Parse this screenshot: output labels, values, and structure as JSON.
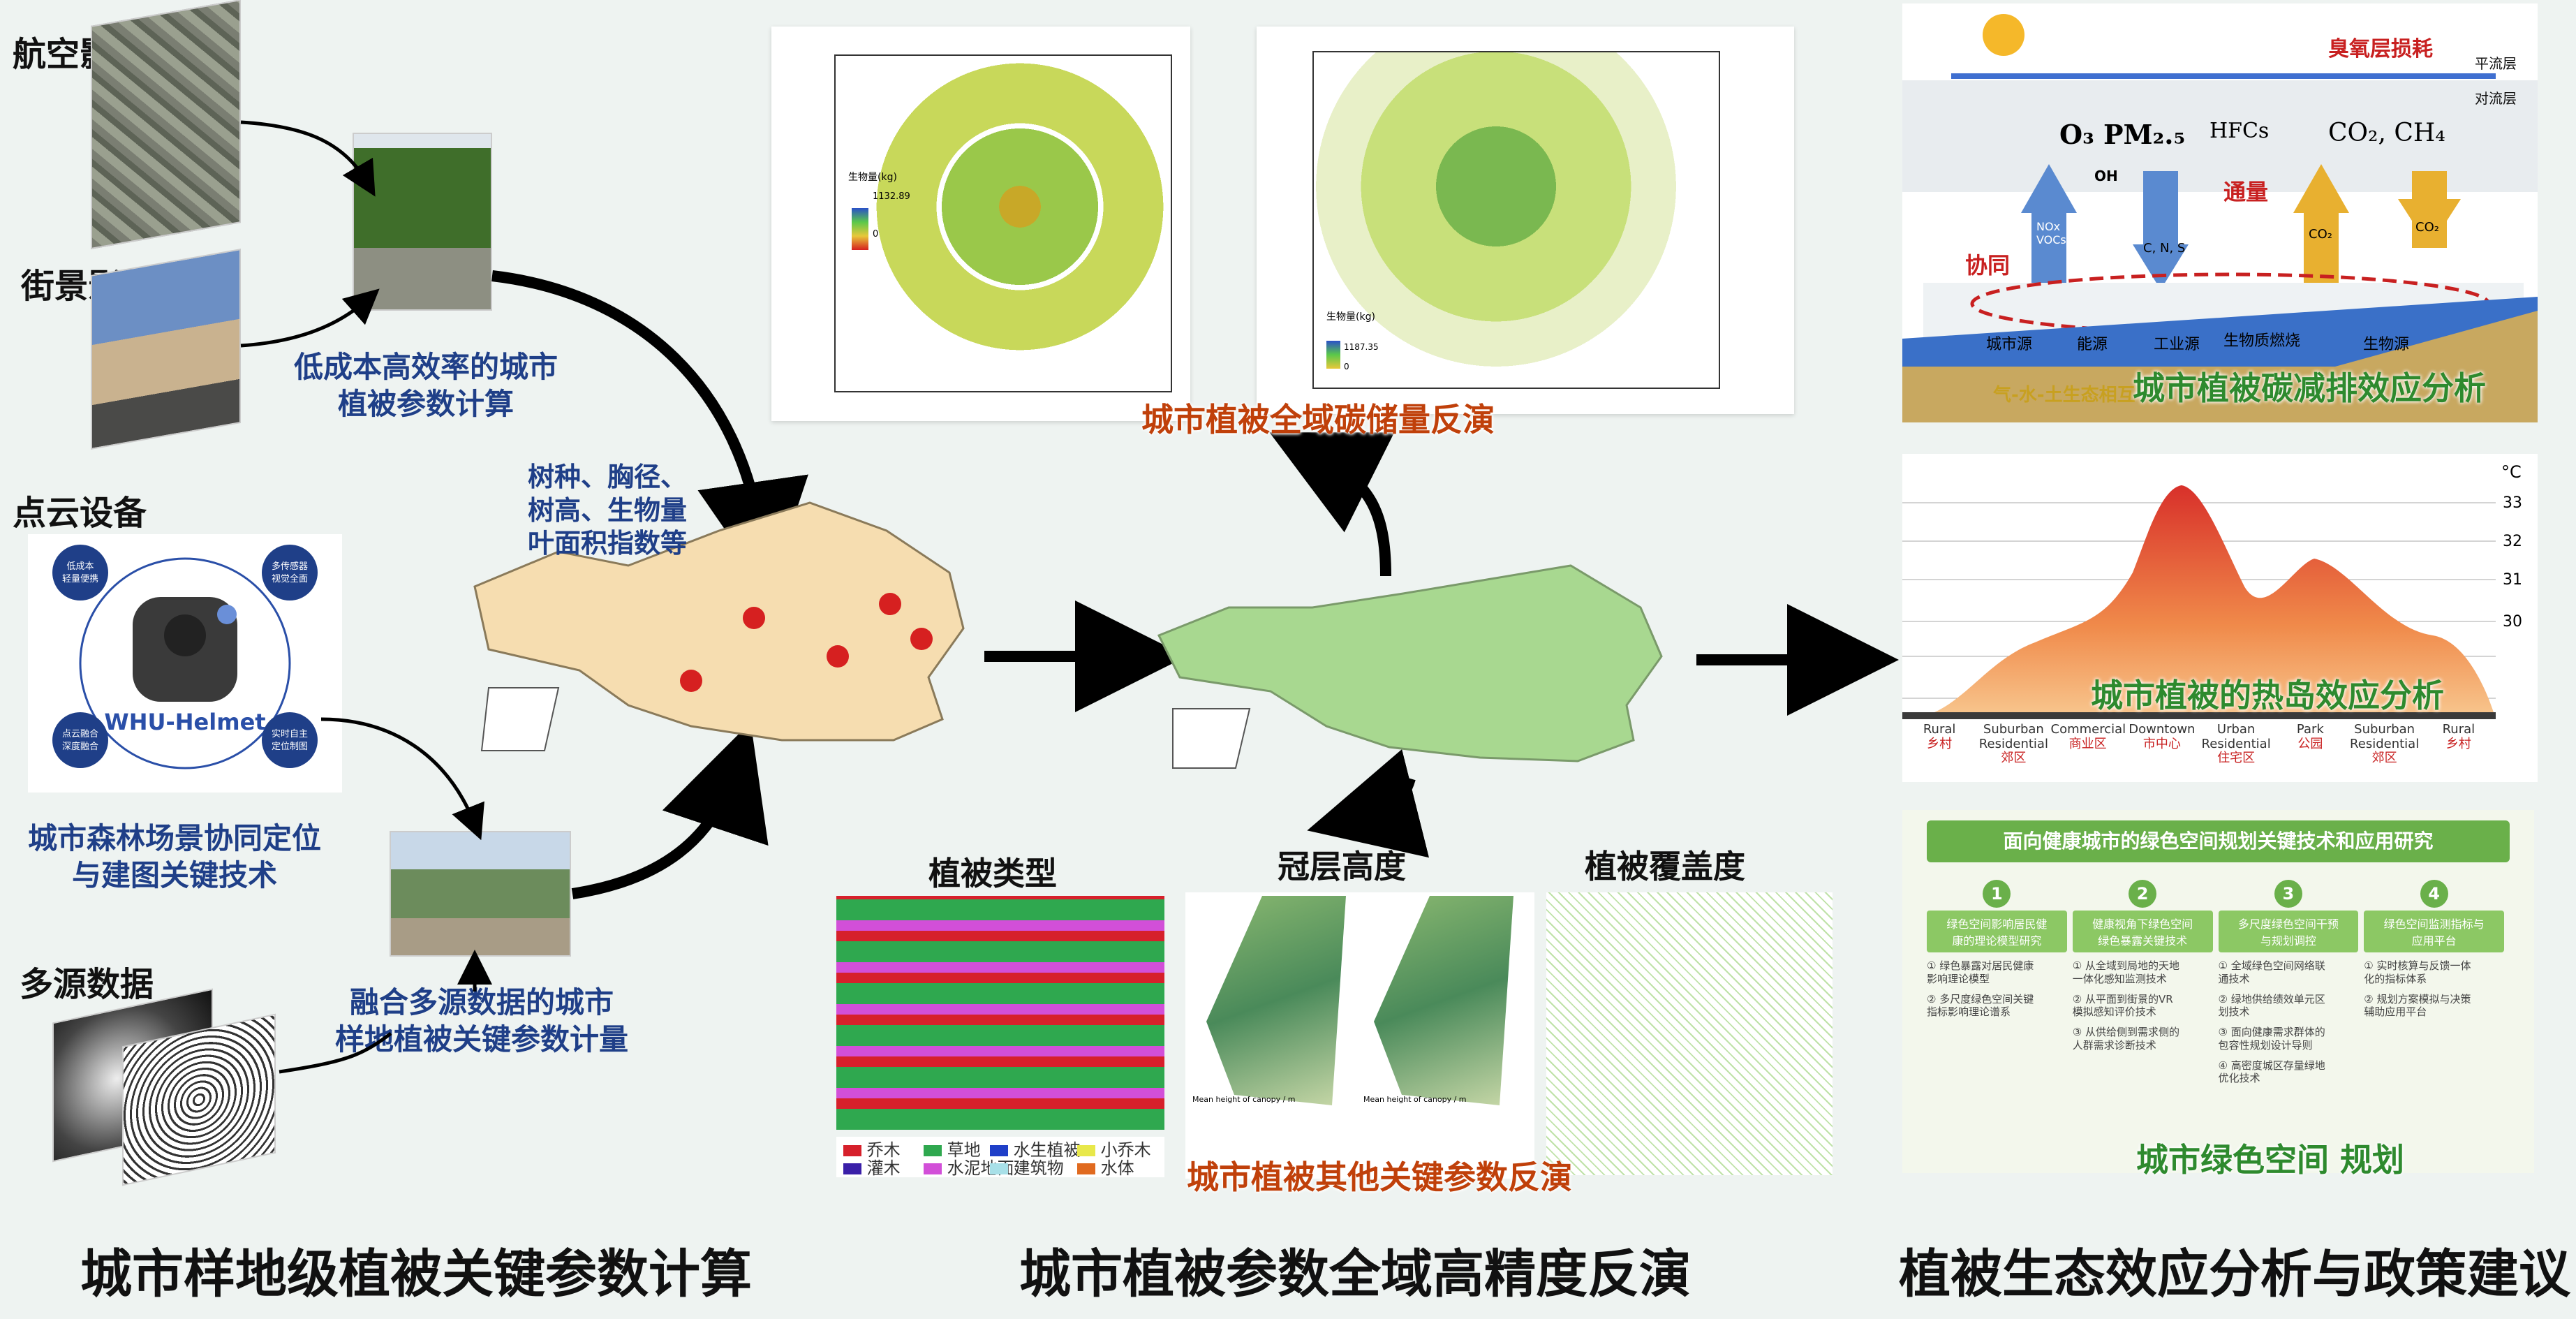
{
  "left": {
    "aerial_label": "航空影像",
    "street_label": "街景影像",
    "cloud_label": "点云设备",
    "multi_label": "多源数据",
    "calc_label": "低成本高效率的城市\n植被参数计算",
    "slam_label": "城市森林场景协同定位\n与建图关键技术",
    "fusion_label": "融合多源数据的城市\n样地植被关键参数计量",
    "helmet_name": "WHU-Helmet",
    "helmet_features": [
      "低成本\n轻量便携",
      "多传感器\n视觉全面",
      "点云融合\n深度融合",
      "实时自主\n定位制图"
    ],
    "section_title": "城市样地级植被关键参数计算"
  },
  "middle": {
    "params_label": "树种、胸径、\n树高、生物量\n叶面积指数等",
    "carbon_label": "城市植被全域碳储量反演",
    "other_label": "城市植被其他关键参数反演",
    "veg_type_label": "植被类型",
    "canopy_label": "冠层高度",
    "cover_label": "植被覆盖度",
    "section_title": "城市植被参数全域高精度反演",
    "map1_legend_title": "生物量(kg)",
    "map1_legend_max": "1132.89",
    "map1_legend_min": "0",
    "map2_legend_title": "生物量(kg)",
    "map2_legend_max": "1187.35",
    "map2_legend_min": "0",
    "veg_legend": [
      {
        "name": "乔木",
        "color": "#d6202b"
      },
      {
        "name": "草地",
        "color": "#2fa84f"
      },
      {
        "name": "水生植被",
        "color": "#1f3fc8"
      },
      {
        "name": "小乔木",
        "color": "#e8e84a"
      },
      {
        "name": "灌木",
        "color": "#3a1fa8"
      },
      {
        "name": "水泥地面",
        "color": "#d24fd8"
      },
      {
        "name": "建筑物",
        "color": "#a8e0e8"
      },
      {
        "name": "水体",
        "color": "#e06a1f"
      }
    ],
    "canopy_legend_title": "Mean height of canopy / m"
  },
  "right": {
    "ozone_label": "臭氧层损耗",
    "stratosphere": "平流层",
    "troposphere": "对流层",
    "gases": "O₃  PM₂.₅",
    "hfcs": "HFCs",
    "co2ch4": "CO₂, CH₄",
    "oh": "OH",
    "flux": "通量",
    "synergy": "协同",
    "nox": "NOx\nVOCs",
    "cns": "C, N, S",
    "co2a": "CO₂",
    "co2b": "CO₂",
    "sources": [
      "城市源",
      "能源",
      "工业源",
      "生物质燃烧",
      "生物源"
    ],
    "eco_label": "气-水-土生态相互",
    "carbon_effect": "城市植被碳减排效应分析",
    "heat_effect": "城市植被的热岛效应分析",
    "temp_unit": "°C",
    "temp_ticks": [
      "33",
      "32",
      "31",
      "30"
    ],
    "zones": [
      {
        "en": "Rural",
        "zh": "乡村"
      },
      {
        "en": "Suburban\nResidential",
        "zh": "郊区"
      },
      {
        "en": "Commercial",
        "zh": "商业区"
      },
      {
        "en": "Downtown",
        "zh": "市中心"
      },
      {
        "en": "Urban\nResidential",
        "zh": "住宅区"
      },
      {
        "en": "Park",
        "zh": "公园"
      },
      {
        "en": "Suburban\nResidential",
        "zh": "郊区"
      },
      {
        "en": "Rural",
        "zh": "乡村"
      }
    ],
    "plan_title": "面向健康城市的绿色空间规划关键技术和应用研究",
    "plan_cols": [
      {
        "num": "1",
        "head": "绿色空间影响居民健\n康的理论模型研究",
        "items": [
          "① 绿色暴露对居民健康\n影响理论模型",
          "② 多尺度绿色空间关键\n指标影响理论谱系"
        ]
      },
      {
        "num": "2",
        "head": "健康视角下绿色空间\n绿色暴露关键技术",
        "items": [
          "① 从全域到局地的天地\n一体化感知监测技术",
          "② 从平面到街景的VR\n模拟感知评价技术",
          "③ 从供给侧到需求侧的\n人群需求诊断技术"
        ]
      },
      {
        "num": "3",
        "head": "多尺度绿色空间干预\n与规划调控",
        "items": [
          "① 全域绿色空间网络联\n通技术",
          "② 绿地供给绩效单元区\n划技术",
          "③ 面向健康需求群体的\n包容性规划设计导则",
          "④ 高密度城区存量绿地\n优化技术"
        ]
      },
      {
        "num": "4",
        "head": "绿色空间监测指标与\n应用平台",
        "items": [
          "① 实时核算与反馈一体\n化的指标体系",
          "② 规划方案模拟与决策\n辅助应用平台"
        ]
      }
    ],
    "plan_label": "城市绿色空间 规划",
    "section_title": "植被生态效应分析与政策建议"
  }
}
